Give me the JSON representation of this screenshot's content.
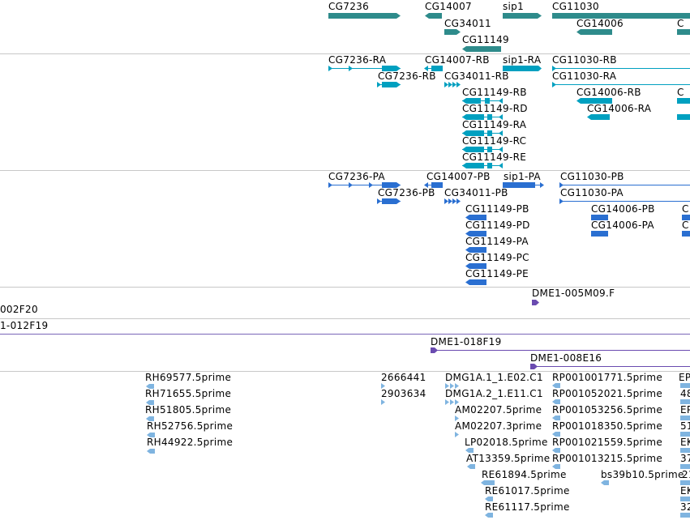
{
  "colors": {
    "gene": "#2e8b8b",
    "mrna": "#00a0c0",
    "protein": "#2a6fd1",
    "clone": "#6a4bb0",
    "est": "#7fb4e0",
    "separator": "#c8c8c8"
  },
  "tracks": {
    "genes": {
      "labels": [
        "CG7236",
        "CG14007",
        "sip1",
        "CG11030",
        "CG34011",
        "CG14006",
        "C",
        "CG11149"
      ]
    },
    "mrna": {
      "labels": [
        "CG7236-RA",
        "CG14007-RB",
        "sip1-RA",
        "CG11030-RB",
        "CG7236-RB",
        "CG34011-RB",
        "CG11030-RA",
        "CG11149-RB",
        "CG14006-RB",
        "C",
        "CG11149-RD",
        "CG14006-RA",
        "CG11149-RA",
        "CG11149-RC",
        "CG11149-RE"
      ]
    },
    "proteins": {
      "labels": [
        "CG7236-PA",
        "CG14007-PB",
        "sip1-PA",
        "CG11030-PB",
        "CG7236-PB",
        "CG34011-PB",
        "CG11030-PA",
        "CG11149-PB",
        "CG14006-PB",
        "C",
        "CG11149-PD",
        "CG14006-PA",
        "C",
        "CG11149-PA",
        "CG11149-PC",
        "CG11149-PE"
      ]
    },
    "clones_a": {
      "labels": [
        "DME1-005M09.F",
        "002F20"
      ]
    },
    "clones_b": {
      "labels": [
        "1-012F19"
      ]
    },
    "clones_c": {
      "labels": [
        "DME1-018F19",
        "DME1-008E16"
      ]
    },
    "ests": {
      "labels": [
        "RH69577.5prime",
        "2666441",
        "DMG1A.1_1.E02.C1",
        "RP001001771.5prime",
        "EP",
        "RH71655.5prime",
        "2903634",
        "DMG1A.2_1.E11.C1",
        "RP001052021.5prime",
        "48",
        "RH51805.5prime",
        "AM02207.5prime",
        "RP001053256.5prime",
        "EP",
        "RH52756.5prime",
        "AM02207.3prime",
        "RP001018350.5prime",
        "51",
        "RH44922.5prime",
        "LP02018.5prime",
        "RP001021559.5prime",
        "EK",
        "AT13359.5prime",
        "RP001013215.5prime",
        "37",
        "RE61894.5prime",
        "bs39b10.5prime",
        "21",
        "RE61017.5prime",
        "EK",
        "RE61117.5prime",
        "32"
      ]
    }
  }
}
